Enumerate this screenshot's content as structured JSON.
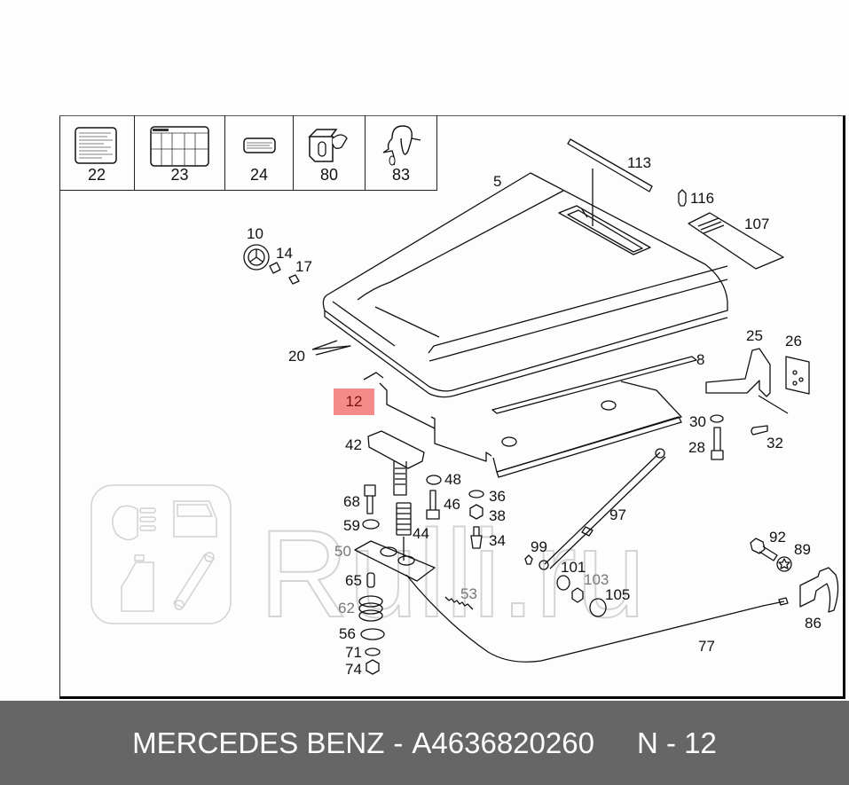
{
  "diagram": {
    "frame_color": "#000000",
    "highlight_color": "#f58a8a",
    "highlighted_part": "12",
    "legend_cells": [
      {
        "number": "22",
        "icon": "instruction-label-icon"
      },
      {
        "number": "23",
        "icon": "tyre-pressure-label-icon"
      },
      {
        "number": "24",
        "icon": "small-label-icon"
      },
      {
        "number": "80",
        "icon": "cable-holder-clip-icon"
      },
      {
        "number": "83",
        "icon": "spring-clip-icon"
      }
    ],
    "callouts": [
      {
        "id": "5",
        "label": "5"
      },
      {
        "id": "8",
        "label": "8"
      },
      {
        "id": "10",
        "label": "10"
      },
      {
        "id": "12",
        "label": "12"
      },
      {
        "id": "14",
        "label": "14"
      },
      {
        "id": "17",
        "label": "17"
      },
      {
        "id": "20",
        "label": "20"
      },
      {
        "id": "25",
        "label": "25"
      },
      {
        "id": "26",
        "label": "26"
      },
      {
        "id": "28",
        "label": "28"
      },
      {
        "id": "30",
        "label": "30"
      },
      {
        "id": "32",
        "label": "32"
      },
      {
        "id": "34",
        "label": "34"
      },
      {
        "id": "36",
        "label": "36"
      },
      {
        "id": "38",
        "label": "38"
      },
      {
        "id": "42",
        "label": "42"
      },
      {
        "id": "44",
        "label": "44"
      },
      {
        "id": "46",
        "label": "46"
      },
      {
        "id": "48",
        "label": "48"
      },
      {
        "id": "50",
        "label": "50"
      },
      {
        "id": "53",
        "label": "53"
      },
      {
        "id": "56",
        "label": "56"
      },
      {
        "id": "59",
        "label": "59"
      },
      {
        "id": "62",
        "label": "62"
      },
      {
        "id": "65",
        "label": "65"
      },
      {
        "id": "68",
        "label": "68"
      },
      {
        "id": "71",
        "label": "71"
      },
      {
        "id": "74",
        "label": "74"
      },
      {
        "id": "77",
        "label": "77"
      },
      {
        "id": "86",
        "label": "86"
      },
      {
        "id": "89",
        "label": "89"
      },
      {
        "id": "92",
        "label": "92"
      },
      {
        "id": "97",
        "label": "97"
      },
      {
        "id": "99",
        "label": "99"
      },
      {
        "id": "101",
        "label": "101"
      },
      {
        "id": "103",
        "label": "103"
      },
      {
        "id": "105",
        "label": "105"
      },
      {
        "id": "107",
        "label": "107"
      },
      {
        "id": "113",
        "label": "113"
      },
      {
        "id": "116",
        "label": "116"
      }
    ],
    "watermark": {
      "text": "Rulli.ru",
      "icon": "car-parts-logo-icon",
      "color": "#d6d6d6"
    }
  },
  "footer": {
    "brand": "MERCEDES BENZ",
    "separator": "-",
    "part_number": "A4636820260",
    "position_label": "N - 12",
    "background": "#666666",
    "text_color": "#ffffff"
  }
}
